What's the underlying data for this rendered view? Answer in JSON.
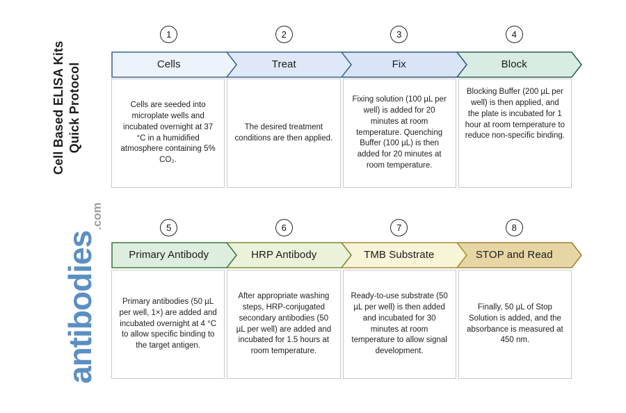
{
  "page": {
    "background": "#ffffff"
  },
  "sidebar": {
    "title_line1": "Cell Based ELISA Kits",
    "title_line2": "Quick Protocol",
    "logo_text": "antibodies",
    "logo_suffix": ".com",
    "logo_color": "#5b8fc2",
    "logo_suffix_color": "#9c9c9c"
  },
  "steps": [
    {
      "number": "1",
      "label": "Cells",
      "fill": "#edf3fa",
      "border": "#3f6492",
      "description": "Cells are seeded into microplate wells and incubated overnight at 37 °C in a humidified atmosphere containing 5% CO₂."
    },
    {
      "number": "2",
      "label": "Treat",
      "fill": "#dee8f8",
      "border": "#3f6492",
      "description": "The desired treatment conditions are then applied."
    },
    {
      "number": "3",
      "label": "Fix",
      "fill": "#d9e5f7",
      "border": "#33587c",
      "description": "Fixing solution (100 µL per well) is added for 20 minutes at room temperature. Quenching Buffer (100 µL) is then added for 20 minutes at room temperature."
    },
    {
      "number": "4",
      "label": "Block",
      "fill": "#d8ece4",
      "border": "#2c5f4e",
      "description": "Blocking Buffer (200 µL per well) is then applied, and the plate is incubated for 1 hour at room temperature to reduce non-specific binding."
    },
    {
      "number": "5",
      "label": "Primary Antibody",
      "fill": "#deeede",
      "border": "#3c7a3e",
      "description": "Primary antibodies (50 µL per well, 1×) are added and incubated overnight at 4 °C to allow specific binding to the target antigen."
    },
    {
      "number": "6",
      "label": "HRP Antibody",
      "fill": "#eaf2da",
      "border": "#7c8a2d",
      "description": "After appropriate washing steps, HRP-conjugated secondary antibodies (50 µL per well) are added and incubated for 1.5 hours at room temperature."
    },
    {
      "number": "7",
      "label": "TMB Substrate",
      "fill": "#f8f4d8",
      "border": "#a98e2f",
      "description": "Ready-to-use substrate (50 µL per well) is then added and incubated for 30 minutes at room temperature to allow signal development."
    },
    {
      "number": "8",
      "label": "STOP and Read",
      "fill": "#e7d6a4",
      "border": "#9c8136",
      "description": "Finally, 50 µL of Stop Solution is added, and the absorbance is measured at 450 nm."
    }
  ]
}
